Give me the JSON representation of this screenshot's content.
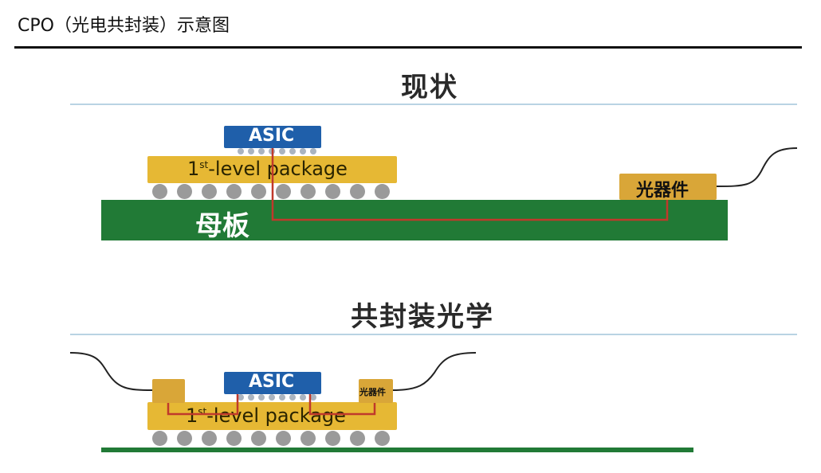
{
  "page": {
    "title": "CPO（光电共封装）示意图"
  },
  "current": {
    "heading": "现状",
    "board_label": "母板",
    "package_label_prefix": "1",
    "package_label_sup": "st",
    "package_label_rest": "-level package",
    "asic_label": "ASIC",
    "optic_label": "光器件"
  },
  "cpo": {
    "heading": "共封装光学",
    "package_label_prefix": "1",
    "package_label_sup": "st",
    "package_label_rest": "-level package",
    "asic_label": "ASIC",
    "optic_label": "光器件"
  },
  "colors": {
    "board": "#217a36",
    "package": "#e6b834",
    "asic": "#1f5faa",
    "trace": "#c0392b",
    "rule": "#b9d3e3"
  }
}
